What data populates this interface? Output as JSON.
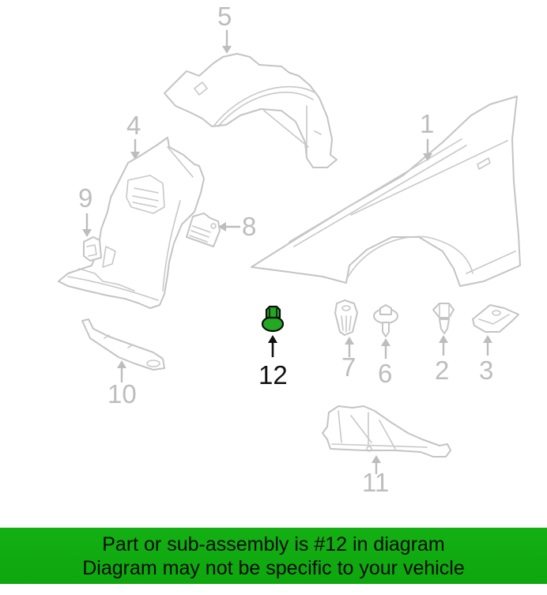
{
  "diagram": {
    "title": "Fender and related components exploded parts diagram",
    "highlight_color": "#22a822",
    "highlighted_part": "12",
    "callouts": [
      {
        "id": "1",
        "label": "1",
        "part": "fender"
      },
      {
        "id": "2",
        "label": "2",
        "part": "hex-bolt"
      },
      {
        "id": "3",
        "label": "3",
        "part": "clip-nut"
      },
      {
        "id": "4",
        "label": "4",
        "part": "front-fender-liner"
      },
      {
        "id": "5",
        "label": "5",
        "part": "rear-fender-liner"
      },
      {
        "id": "6",
        "label": "6",
        "part": "flange-screw"
      },
      {
        "id": "7",
        "label": "7",
        "part": "expansion-nut"
      },
      {
        "id": "8",
        "label": "8",
        "part": "access-cover"
      },
      {
        "id": "9",
        "label": "9",
        "part": "liner-clip"
      },
      {
        "id": "10",
        "label": "10",
        "part": "support-bracket"
      },
      {
        "id": "11",
        "label": "11",
        "part": "lower-shield"
      },
      {
        "id": "12",
        "label": "12",
        "part": "flange-nut"
      }
    ]
  },
  "banner": {
    "line1": "Part or sub-assembly is #12 in diagram",
    "line2": "Diagram may not be specific to your vehicle",
    "background_color": "#10ab10"
  }
}
